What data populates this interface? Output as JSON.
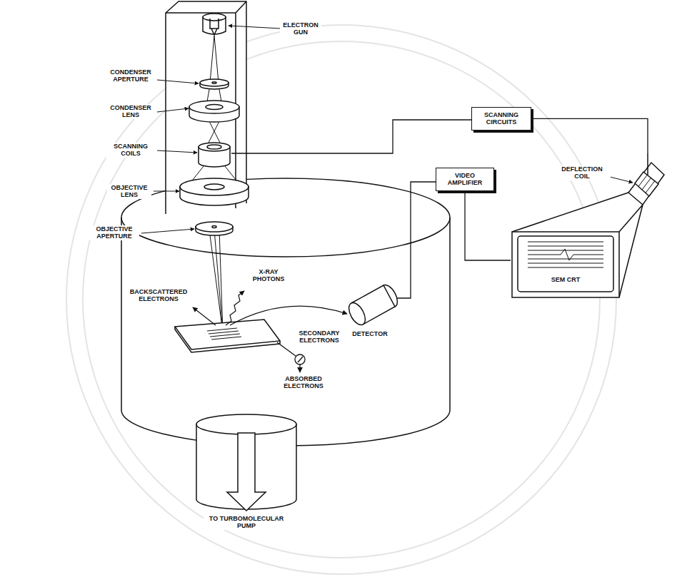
{
  "diagram": {
    "nodes": [
      {
        "text": [
          "SCANNING CIRCUITS"
        ]
      },
      {
        "text": [
          "VIDEO AMPLIFIER"
        ]
      },
      {
        "text": [
          "SEM CRT"
        ]
      }
    ],
    "edges": [
      {
        "from": 0,
        "to": 2,
        "arrow": "none"
      },
      {
        "from": 1,
        "to": 2,
        "arrow": "none"
      }
    ],
    "labels": [
      "ELECTRON GUN",
      "CONDENSER APERTURE",
      "CONDENSER LENS",
      "SCANNING COILS",
      "DEFLECTION COIL",
      "OBJECTIVE LENS",
      "OBJECTIVE APERTURE",
      "X-RAY PHOTONS",
      "BACKSCATTERED ELECTRONS",
      "SECONDARY ELECTRONS",
      "DETECTOR",
      "ABSORBED ELECTRONS",
      "TO TURBOMOLECULAR PUMP"
    ]
  }
}
